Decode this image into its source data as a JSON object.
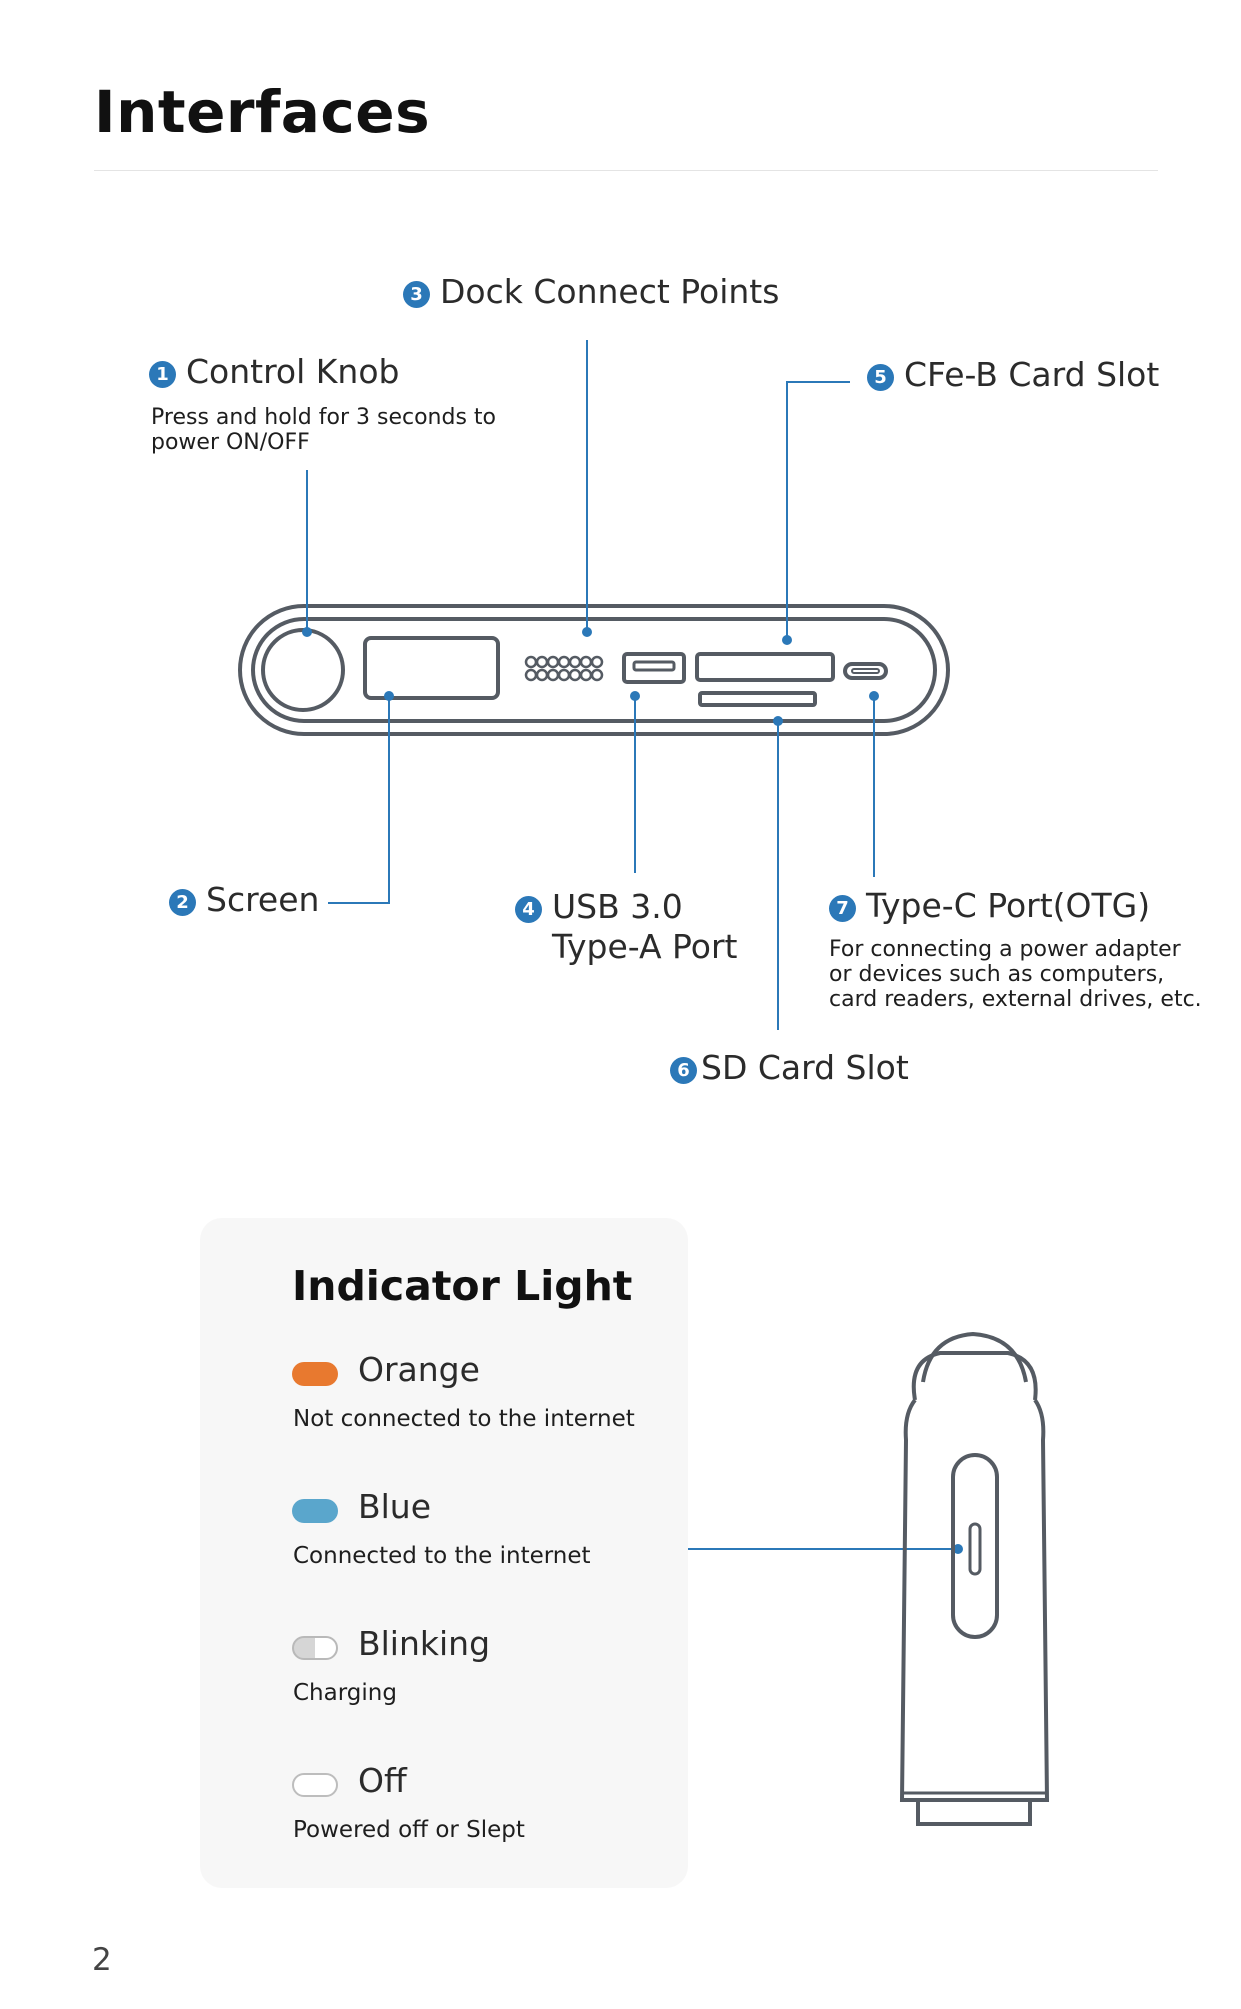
{
  "header": {
    "title": "Interfaces"
  },
  "callouts": [
    {
      "number": "1",
      "label": "Control Knob",
      "description": [
        "Press and hold for 3 seconds to",
        "power ON/OFF"
      ]
    },
    {
      "number": "2",
      "label": "Screen"
    },
    {
      "number": "3",
      "label": "Dock Connect Points"
    },
    {
      "number": "4",
      "label": [
        "USB 3.0",
        "Type-A Port"
      ]
    },
    {
      "number": "5",
      "label": "CFe-B Card Slot"
    },
    {
      "number": "6",
      "label": "SD Card Slot"
    },
    {
      "number": "7",
      "label": "Type-C Port(OTG)",
      "description": [
        "For connecting a power adapter",
        "or devices such as computers,",
        "card readers, external drives, etc."
      ]
    }
  ],
  "indicator": {
    "title": "Indicator Light",
    "states": [
      {
        "label": "Orange",
        "description": "Not connected to the internet",
        "color": "#e8792f"
      },
      {
        "label": "Blue",
        "description": "Connected to the internet",
        "color": "#5aa6cc"
      },
      {
        "label": "Blinking",
        "description": "Charging",
        "color": "#d9d9d9"
      },
      {
        "label": "Off",
        "description": "Powered off or Slept",
        "color": "#ffffff"
      }
    ]
  },
  "colors": {
    "accent": "#2b78b8",
    "device_stroke": "#555b63"
  },
  "page_number": "2"
}
